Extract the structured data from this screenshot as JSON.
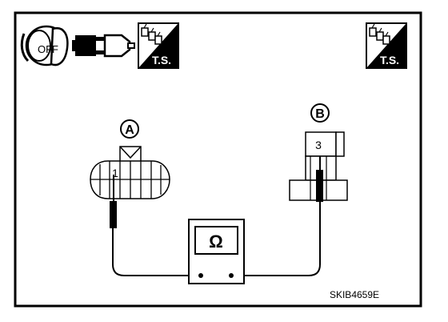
{
  "header": {
    "ignition_switch": {
      "label": "OFF",
      "icon": "ignition-key-off-icon"
    },
    "disconnect_icon": "connector-disconnect-icon",
    "left_ts": {
      "label": "T.S.",
      "icon": "trouble-shooting-icon"
    },
    "right_ts": {
      "label": "T.S.",
      "icon": "trouble-shooting-icon"
    }
  },
  "diagram": {
    "connector_a": {
      "letter": "A",
      "pin": "1"
    },
    "connector_b": {
      "letter": "B",
      "pin": "3"
    },
    "ohmmeter": {
      "symbol": "Ω"
    }
  },
  "footer": {
    "figure_code": "SKIB4659E"
  }
}
